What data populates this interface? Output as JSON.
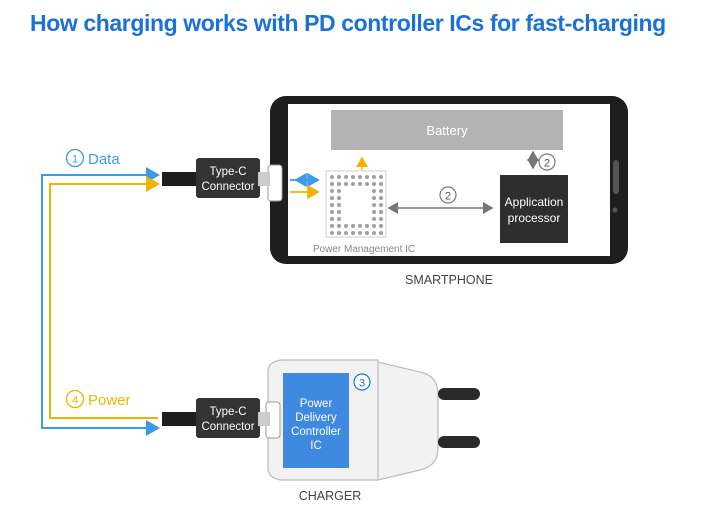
{
  "title": "How charging works with PD controller ICs for fast-charging",
  "labels": {
    "data_label": "Data",
    "data_num": "1",
    "power_label": "Power",
    "power_num": "4",
    "step2_num": "2",
    "step3_num": "3",
    "battery": "Battery",
    "pmic": "Power Management IC",
    "ap_line1": "Application",
    "ap_line2": "processor",
    "typec_line1": "Type-C",
    "typec_line2": "Connector",
    "pd_line1": "Power",
    "pd_line2": "Delivery",
    "pd_line3": "Controller",
    "pd_line4": "IC",
    "smartphone": "SMARTPHONE",
    "charger": "CHARGER"
  },
  "colors": {
    "title": "#1a72d8",
    "data_line": "#3c9be8",
    "power_line": "#f0b400",
    "pd_chip": "#3f8ae0",
    "battery": "#b3b3b3",
    "dark_box": "#2e2e2e"
  }
}
